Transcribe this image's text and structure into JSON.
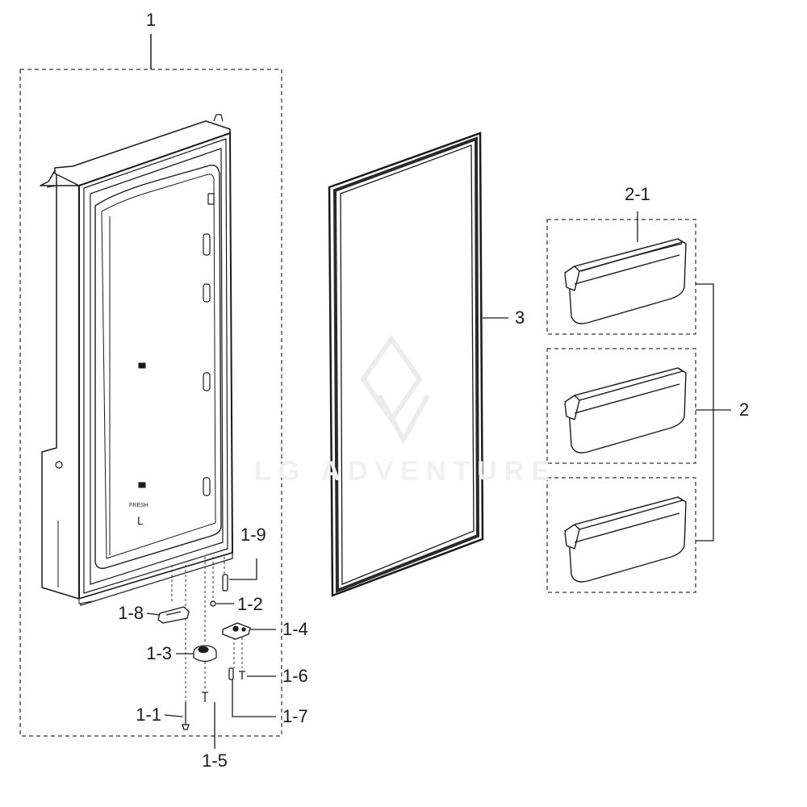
{
  "diagram": {
    "labels": {
      "door_assembly": "1",
      "screw_1_1": "1-1",
      "pin_1_2": "1-2",
      "hinge_1_3": "1-3",
      "bracket_1_4": "1-4",
      "screw_1_5": "1-5",
      "screw_1_6": "1-6",
      "pin_1_7": "1-7",
      "cap_1_8": "1-8",
      "stopper_1_9": "1-9",
      "guard_group": "2",
      "guard_2_1": "2-1",
      "gasket": "3"
    },
    "door_marking": {
      "model_text": "FRESH",
      "side_letter": "L"
    },
    "watermark": "LG ADVENTURE"
  },
  "colors": {
    "line": "#1a1a1a",
    "dashed_box": "#555555",
    "watermark": "#eeeeee"
  }
}
